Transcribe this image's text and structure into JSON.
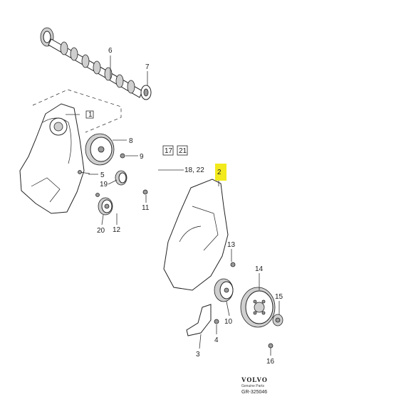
{
  "callouts": {
    "c1": "1",
    "c2": "2",
    "c3": "3",
    "c4": "4",
    "c5": "5",
    "c6": "6",
    "c7": "7",
    "c8": "8",
    "c9": "9",
    "c10": "10",
    "c11": "11",
    "c12": "12",
    "c13": "13",
    "c14": "14",
    "c15": "15",
    "c16": "16",
    "c17": "17",
    "c18_22": "18, 22",
    "c19": "19",
    "c20": "20",
    "c21": "21"
  },
  "brand": {
    "logo": "VOLVO",
    "subtitle": "Genuine Parts",
    "reference": "GR-325046"
  },
  "colors": {
    "highlight": "#f2ea1c",
    "line": "#222222"
  }
}
